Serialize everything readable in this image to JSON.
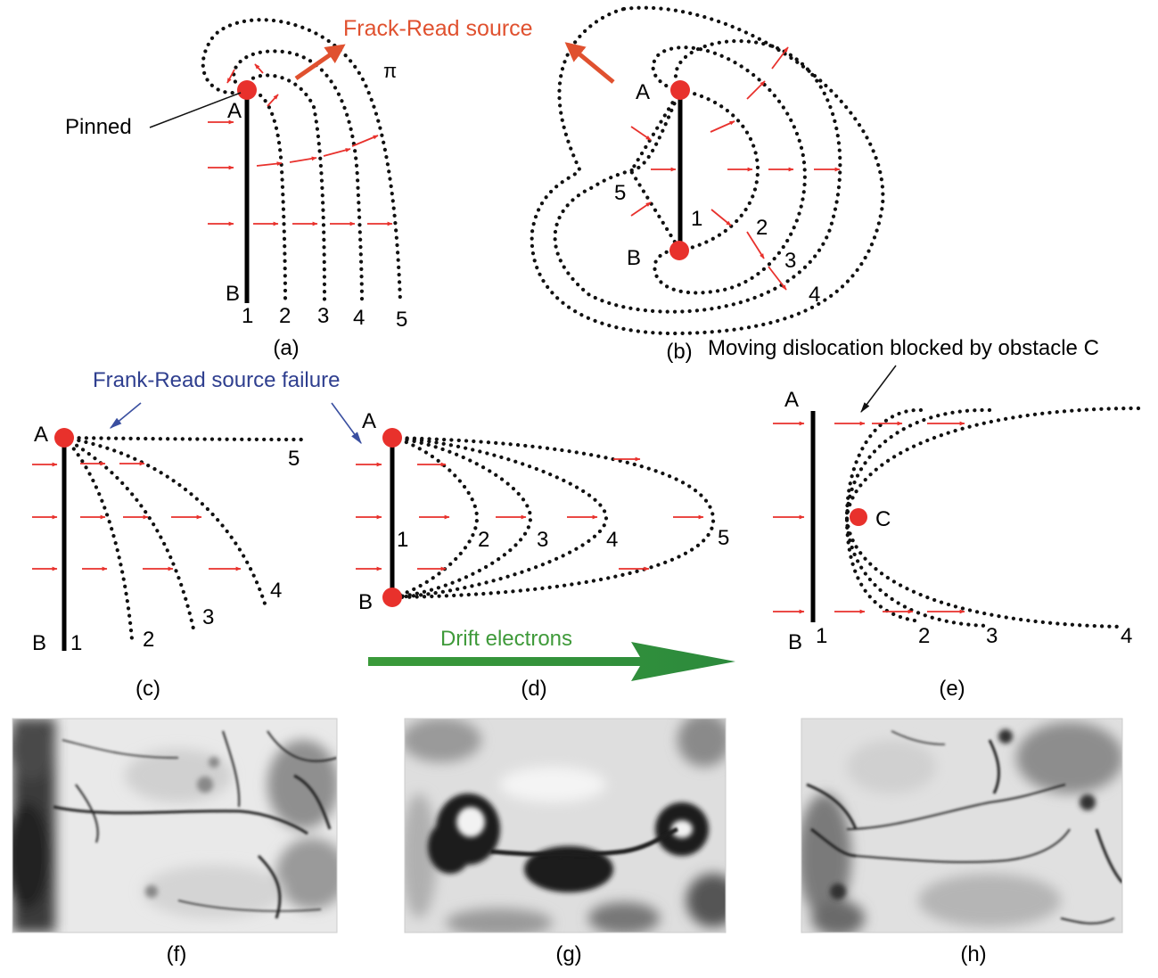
{
  "labels": {
    "frack_read_source": "Frack-Read source",
    "pinned": "Pinned",
    "pi_symbol": "π",
    "frank_read_failure": "Frank-Read source failure",
    "moving_blocked": "Moving dislocation blocked by obstacle C",
    "drift_electrons": "Drift electrons",
    "point_a": "A",
    "point_b": "B",
    "point_c": "C"
  },
  "panel_labels": [
    "(a)",
    "(b)",
    "(c)",
    "(d)",
    "(e)",
    "(f)",
    "(g)",
    "(h)"
  ],
  "line_numbers": [
    "1",
    "2",
    "3",
    "4",
    "5"
  ],
  "colors": {
    "pin": "#e8312c",
    "force_arrow": "#e8312c",
    "source_arrow": "#e0512f",
    "source_label": "#e0512f",
    "failure_label": "#2f3f8f",
    "drift_label": "#3f9a3a",
    "drift_arrow": "#3a9a3a"
  }
}
